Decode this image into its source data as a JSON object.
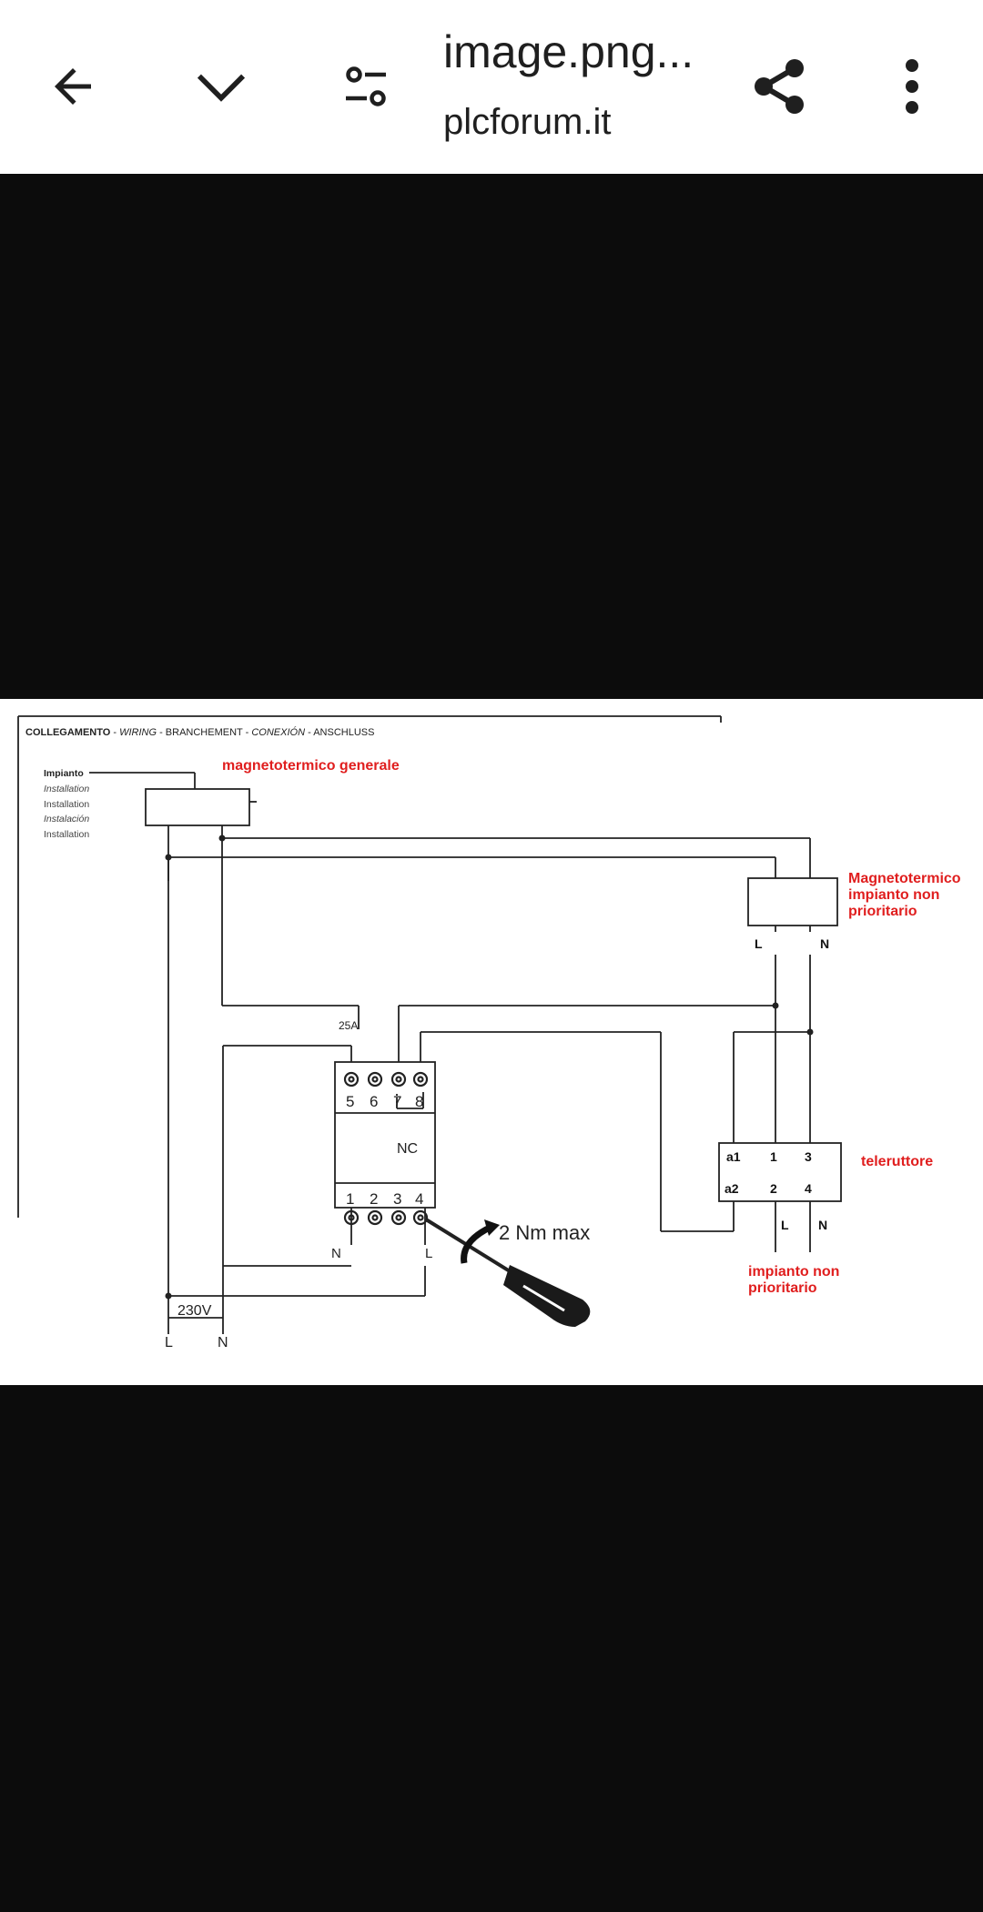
{
  "toolbar": {
    "title": "image.png...",
    "source": "plcforum.it",
    "icons": [
      "back-arrow-icon",
      "chevron-down-icon",
      "adjust-icon",
      "share-icon",
      "more-vert-icon"
    ]
  },
  "image": {
    "header_bold": "COLLEGAMENTO",
    "header_sep1": " - ",
    "header_wiring": "WIRING",
    "header_sep2": " - BRANCHEMENT - ",
    "header_conexion": "CONEXIÓN",
    "header_rest": " - ANSCHLUSS",
    "legend": [
      "Impianto",
      "Installation",
      "Installation",
      "Instalación",
      "Installation"
    ],
    "red_labels": {
      "main_breaker": "magnetotermico generale",
      "nonpriority_breaker_1": "Magnetotermico",
      "nonpriority_breaker_2": "impianto non",
      "nonpriority_breaker_3": "prioritario",
      "contactor": "teleruttore",
      "nonpriority_load_1": "impianto non",
      "nonpriority_load_2": "prioritario"
    },
    "breaker_terminals": {
      "l": "L",
      "n": "N"
    },
    "contactor_terminals": {
      "a1": "a1",
      "t1": "1",
      "t3": "3",
      "a2": "a2",
      "t2": "2",
      "t4": "4"
    },
    "contactor_out": {
      "l": "L",
      "n": "N"
    },
    "relay": {
      "rating": "25A",
      "top_terminals": [
        "5",
        "6",
        "7",
        "8"
      ],
      "contact": "NC",
      "bottom_terminals": [
        "1",
        "2",
        "3",
        "4"
      ],
      "n_label": "N",
      "l_label": "L"
    },
    "torque": "2 Nm max",
    "supply": {
      "voltage": "230V",
      "l": "L",
      "n": "N"
    }
  }
}
